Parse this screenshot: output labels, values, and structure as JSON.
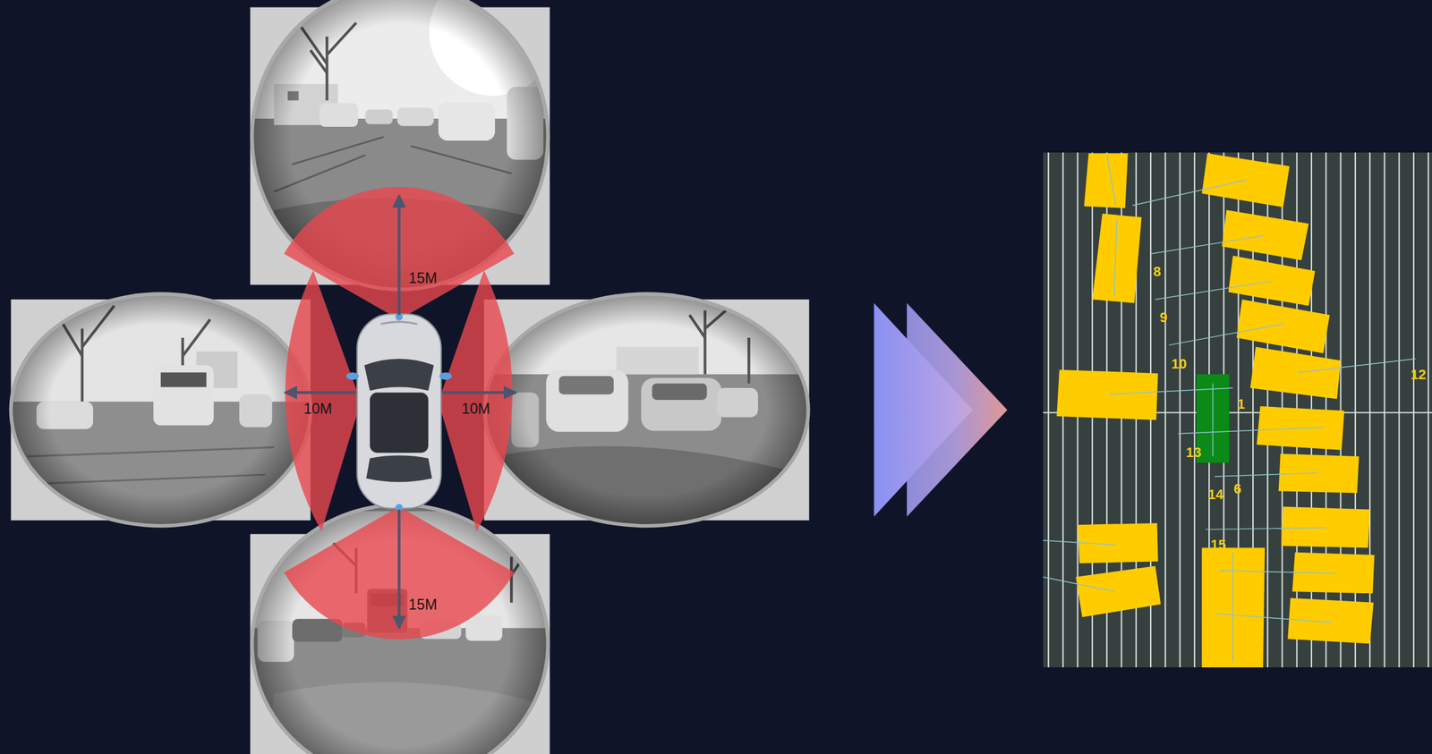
{
  "diagram": {
    "labels": [
      "15M",
      "10M",
      "10M",
      "15M",
      "8",
      "9",
      "10",
      "1",
      "12",
      "13",
      "14",
      "6",
      "15"
    ]
  }
}
